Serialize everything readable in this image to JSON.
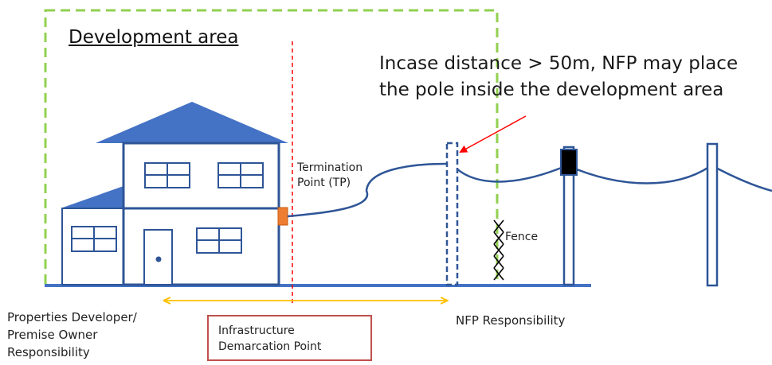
{
  "development_area": {
    "title": "Development area"
  },
  "note": {
    "line1": "Incase distance > 50m, NFP may place",
    "line2": "the pole inside the development area"
  },
  "termination_point": {
    "line1": "Termination",
    "line2": "Point (TP)"
  },
  "fence": {
    "label": "Fence"
  },
  "owner_responsibility": {
    "line1": "Properties Developer/",
    "line2": "Premise Owner",
    "line3": "Responsibility"
  },
  "nfp_responsibility": {
    "label": "NFP Responsibility"
  },
  "demarcation": {
    "line1": "Infrastructure",
    "line2": "Demarcation Point"
  },
  "colors": {
    "house_outline": "#2e5597",
    "roof_fill": "#4472c4",
    "ground_line": "#4472c4",
    "development_boundary": "#92d050",
    "demarcation_line": "#ff0000",
    "tp_box": "#ed7d31",
    "arrow_span": "#ffc000",
    "demarcation_box_border": "#c0504d",
    "pole_top_box": "#000000"
  }
}
